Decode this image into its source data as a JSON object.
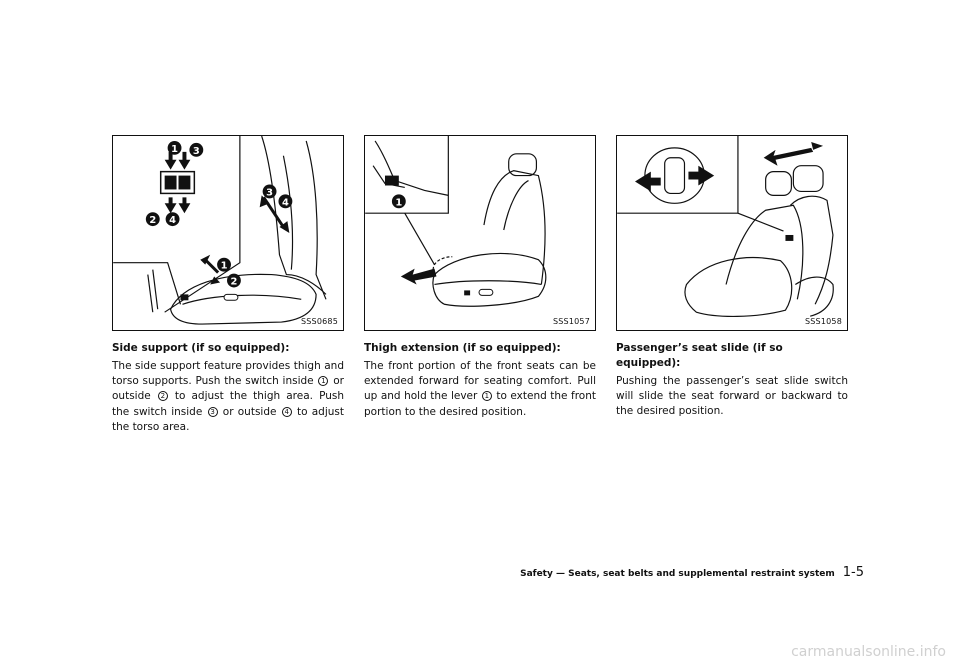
{
  "figures": [
    {
      "code": "SSS0685",
      "callouts": [
        "1",
        "2",
        "3",
        "4"
      ]
    },
    {
      "code": "SSS1057",
      "callouts": [
        "1"
      ]
    },
    {
      "code": "SSS1058"
    }
  ],
  "sections": [
    {
      "title": "Side support (if so equipped):",
      "t1": "The side support feature provides thigh and torso supports. Push the switch inside ",
      "c1": "1",
      "t2": " or outside ",
      "c2": "2",
      "t3": " to adjust the thigh area. Push the switch inside ",
      "c3": "3",
      "t4": " or outside ",
      "c4": "4",
      "t5": " to adjust the torso area."
    },
    {
      "title": "Thigh extension (if so equipped):",
      "t1": "The front portion of the front seats can be extended forward for seating comfort. Pull up and hold the lever ",
      "c1": "1",
      "t2": " to extend the front portion to the desired position."
    },
    {
      "title": "Passenger’s seat slide (if so equipped):",
      "t1": "Pushing the passenger’s seat slide switch will slide the seat forward or backward to the desired position."
    }
  ],
  "footer": {
    "section_title": "Safety — Seats, seat belts and supplemental restraint system",
    "page": "1-5"
  },
  "watermark": "carmanualsonline.info"
}
